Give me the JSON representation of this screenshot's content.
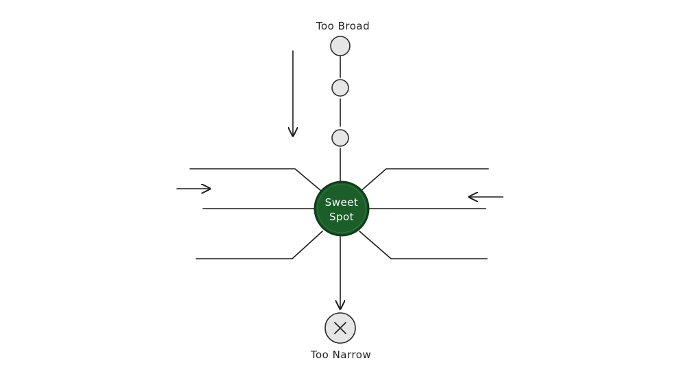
{
  "labels": {
    "top": "Too Broad",
    "bottom": "Too Narrow",
    "center_line1": "Sweet",
    "center_line2": "Spot"
  },
  "icons": {
    "bottom_node": "close-x-icon"
  },
  "colors": {
    "sweet_spot_fill": "#1b5e2a",
    "sweet_spot_ring": "#0f3d18",
    "node_fill": "#e6e6e6",
    "line": "#1c1c1c"
  }
}
